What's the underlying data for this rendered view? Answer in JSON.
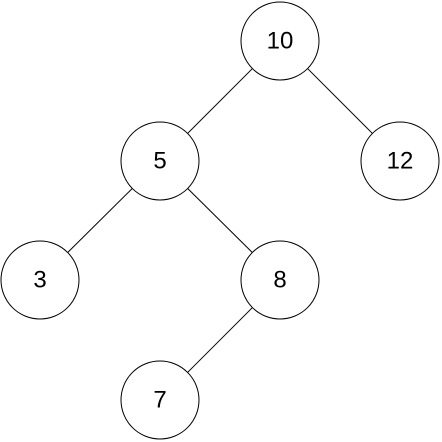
{
  "tree": {
    "nodes": [
      {
        "id": "n10",
        "label": "10"
      },
      {
        "id": "n5",
        "label": "5"
      },
      {
        "id": "n12",
        "label": "12"
      },
      {
        "id": "n3",
        "label": "3"
      },
      {
        "id": "n8",
        "label": "8"
      },
      {
        "id": "n7",
        "label": "7"
      }
    ],
    "edges": [
      {
        "from": "n10",
        "to": "n5"
      },
      {
        "from": "n10",
        "to": "n12"
      },
      {
        "from": "n5",
        "to": "n3"
      },
      {
        "from": "n5",
        "to": "n8"
      },
      {
        "from": "n8",
        "to": "n7"
      }
    ]
  }
}
